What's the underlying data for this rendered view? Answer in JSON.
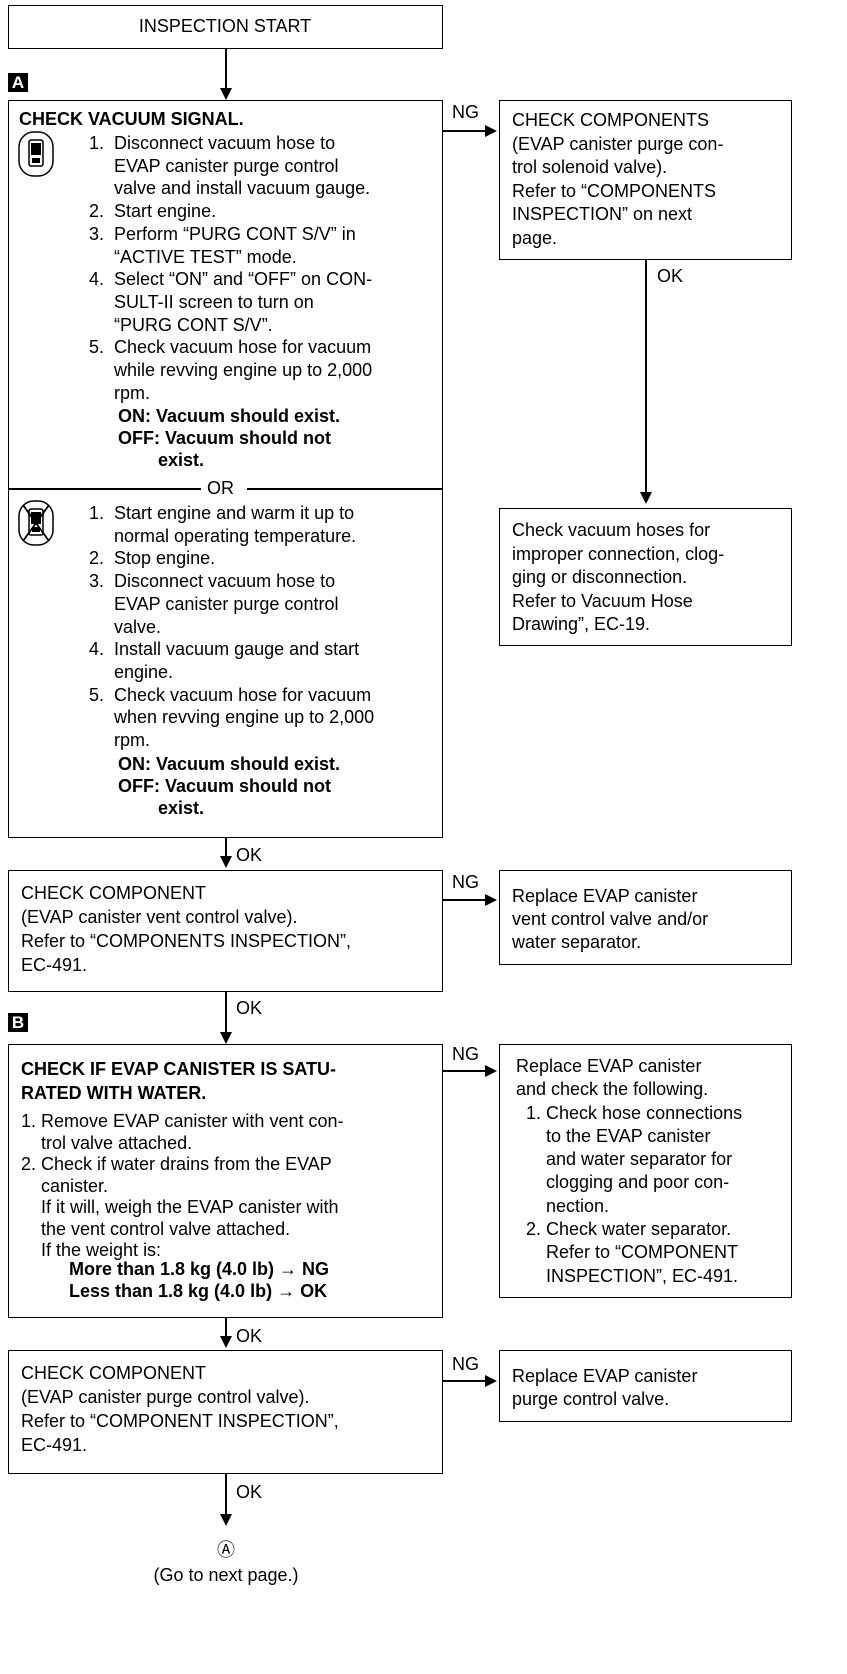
{
  "start": {
    "label": "INSPECTION START"
  },
  "markers": {
    "a": "A",
    "b": "B",
    "circle_a": "Ⓐ"
  },
  "conn": {
    "ng": "NG",
    "ok": "OK",
    "or": "OR"
  },
  "vacuum_check": {
    "title": "CHECK VACUUM SIGNAL.",
    "consult_steps": [
      "1.  Disconnect vacuum hose to",
      "     EVAP canister purge control",
      "     valve and install vacuum gauge.",
      "2.  Start engine.",
      "3.  Perform “PURG CONT S/V” in",
      "     “ACTIVE TEST” mode.",
      "4.  Select “ON” and “OFF” on CON-",
      "     SULT-II screen to turn on",
      "     “PURG CONT S/V”.",
      "5.  Check vacuum hose for vacuum",
      "     while revving engine up to 2,000",
      "     rpm."
    ],
    "consult_result": [
      "ON: Vacuum should exist.",
      "OFF: Vacuum should not",
      "        exist."
    ],
    "manual_steps": [
      "1.  Start engine and warm it up to",
      "     normal operating temperature.",
      "2.  Stop engine.",
      "3.  Disconnect vacuum hose to",
      "     EVAP canister purge control",
      "     valve.",
      "4.  Install vacuum gauge and start",
      "     engine.",
      "5.  Check vacuum hose for vacuum",
      "     when revving engine up to 2,000",
      "     rpm."
    ],
    "manual_result": [
      "ON: Vacuum should exist.",
      "OFF: Vacuum should not",
      "        exist."
    ]
  },
  "check_components_1": [
    "CHECK COMPONENTS",
    "(EVAP canister purge con-",
    "trol solenoid valve).",
    "Refer to “COMPONENTS",
    "INSPECTION” on next",
    "page."
  ],
  "check_hoses": [
    "Check vacuum hoses for",
    "improper connection, clog-",
    "ging or disconnection.",
    "Refer to Vacuum Hose",
    "Drawing”, EC-19."
  ],
  "vent_valve_check": [
    "CHECK COMPONENT",
    "(EVAP canister vent control valve).",
    "Refer to “COMPONENTS INSPECTION”,",
    "EC-491."
  ],
  "replace_vent": [
    "Replace EVAP canister",
    "vent control valve and/or",
    "water separator."
  ],
  "saturation_check": {
    "title": [
      "CHECK IF EVAP CANISTER IS SATU-",
      "RATED WITH WATER."
    ],
    "body": [
      "1. Remove EVAP canister with vent con-",
      "    trol valve attached.",
      "2. Check if water drains from the EVAP",
      "    canister.",
      "    If it will, weigh the EVAP canister with",
      "    the vent control valve attached.",
      "    If the weight is:"
    ],
    "criteria": [
      "More than 1.8 kg (4.0 lb) → NG",
      "Less than 1.8 kg (4.0 lb) → OK"
    ]
  },
  "replace_canister": [
    "Replace EVAP canister",
    "and check the following.",
    "  1. Check hose connections",
    "      to the EVAP canister",
    "      and water separator for",
    "      clogging and poor con-",
    "      nection.",
    "  2. Check water separator.",
    "      Refer to “COMPONENT",
    "      INSPECTION”, EC-491."
  ],
  "purge_valve_check": [
    "CHECK COMPONENT",
    "(EVAP canister purge control valve).",
    "Refer to “COMPONENT INSPECTION”,",
    "EC-491."
  ],
  "replace_purge": [
    "Replace EVAP canister",
    "purge control valve."
  ],
  "next_page": "(Go to next page.)"
}
